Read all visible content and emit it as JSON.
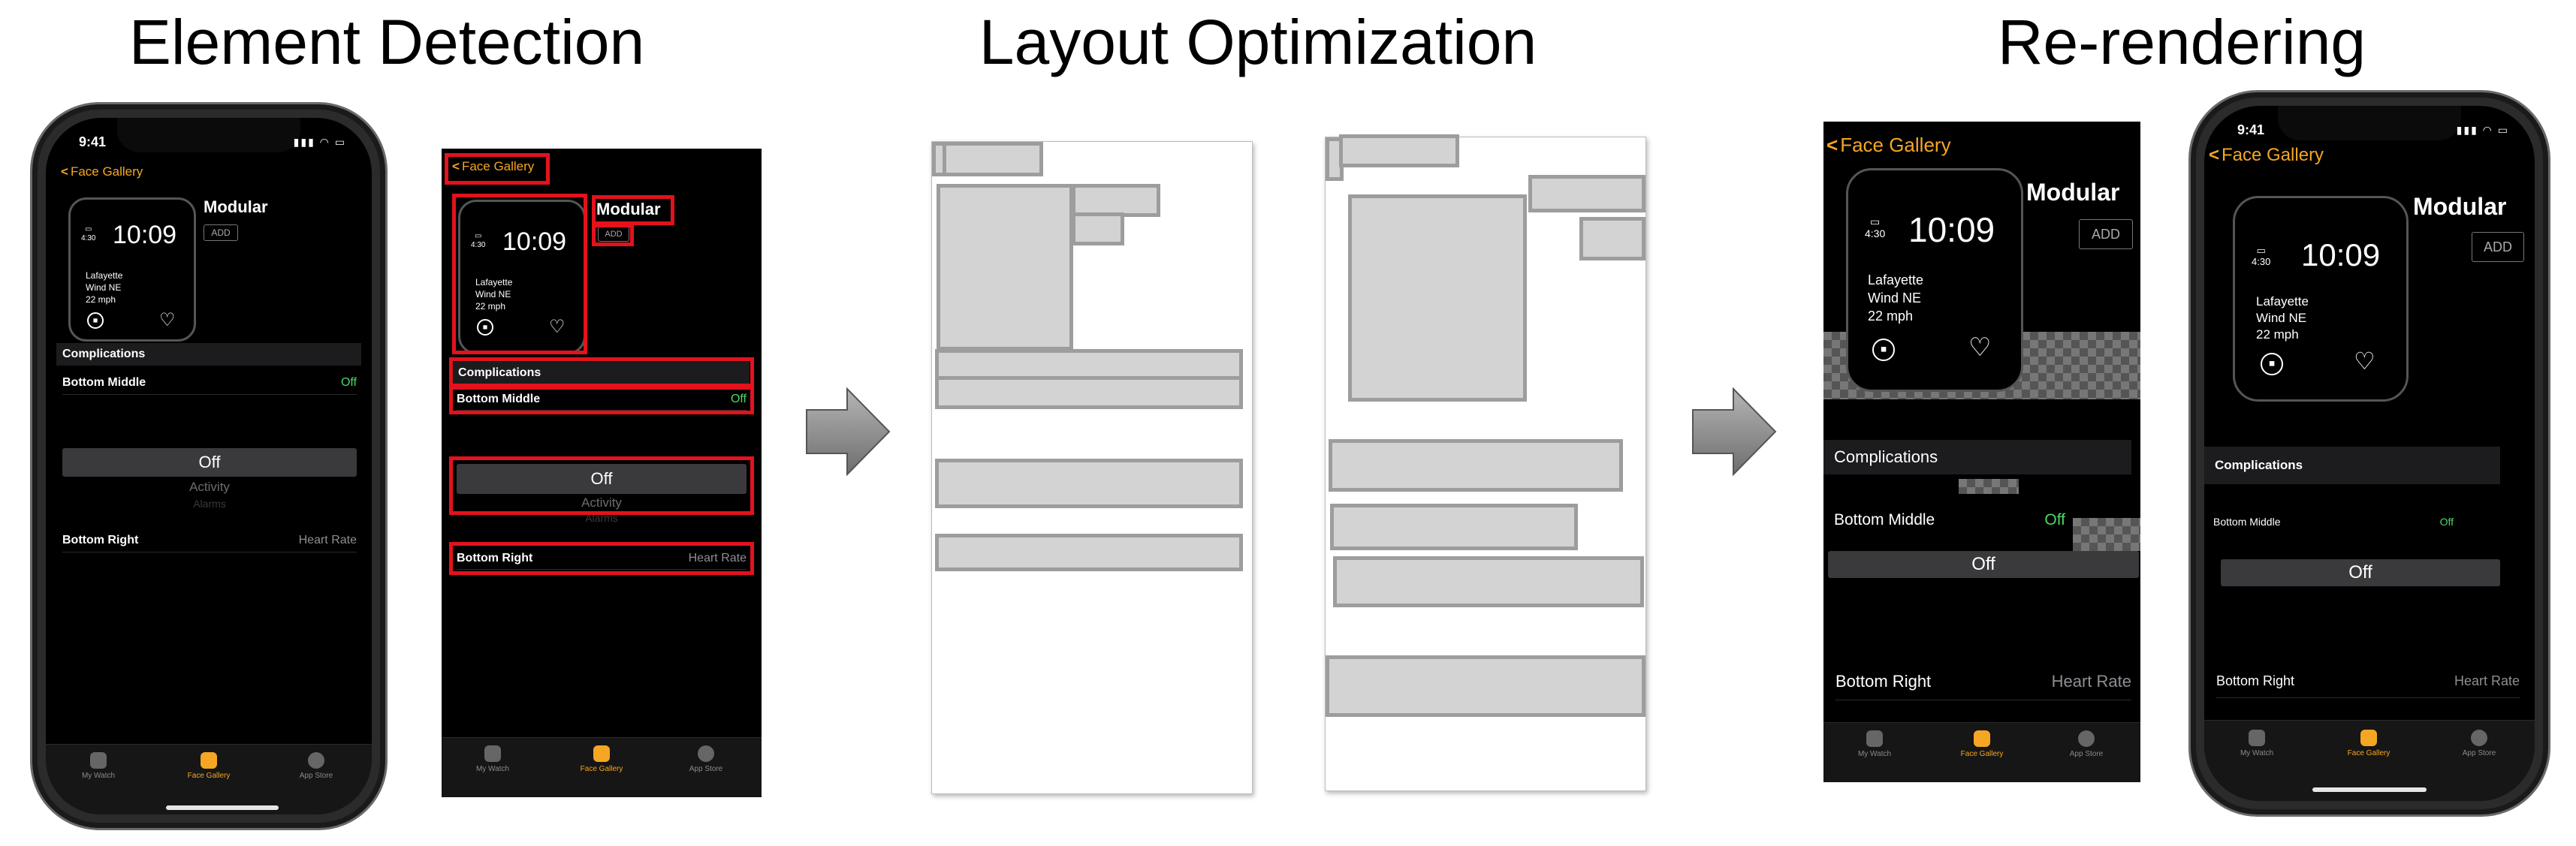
{
  "stages": {
    "detection": "Element Detection",
    "optimization": "Layout Optimization",
    "rerendering": "Re-rendering"
  },
  "status": {
    "time": "9:41"
  },
  "app": {
    "back_label": "Face Gallery",
    "face_name": "Modular",
    "add_label": "ADD",
    "watch": {
      "small_time": "4:30",
      "time": "10:09",
      "lines": [
        "Lafayette",
        "Wind NE",
        "22 mph"
      ]
    },
    "section_header": "Complications",
    "rows": [
      {
        "label": "Bottom Middle",
        "value": "Off"
      },
      {
        "label": "Bottom Right",
        "value": "Heart Rate"
      }
    ],
    "picker": {
      "selected": "Off",
      "next": "Activity",
      "next2": "Alarms"
    },
    "tabs": [
      "My Watch",
      "Face Gallery",
      "App Store"
    ]
  },
  "colors": {
    "accent": "#f5a623",
    "detection_box": "#e3121c",
    "toggle_off_green": "#4cd964",
    "wireframe_fill": "#d3d3d3",
    "wireframe_border": "#9d9d9d"
  },
  "icons": [
    "chevron-left-icon",
    "watch-icon",
    "face-gallery-icon",
    "app-store-icon",
    "heart-icon",
    "activity-icon",
    "arrow-right-icon"
  ]
}
